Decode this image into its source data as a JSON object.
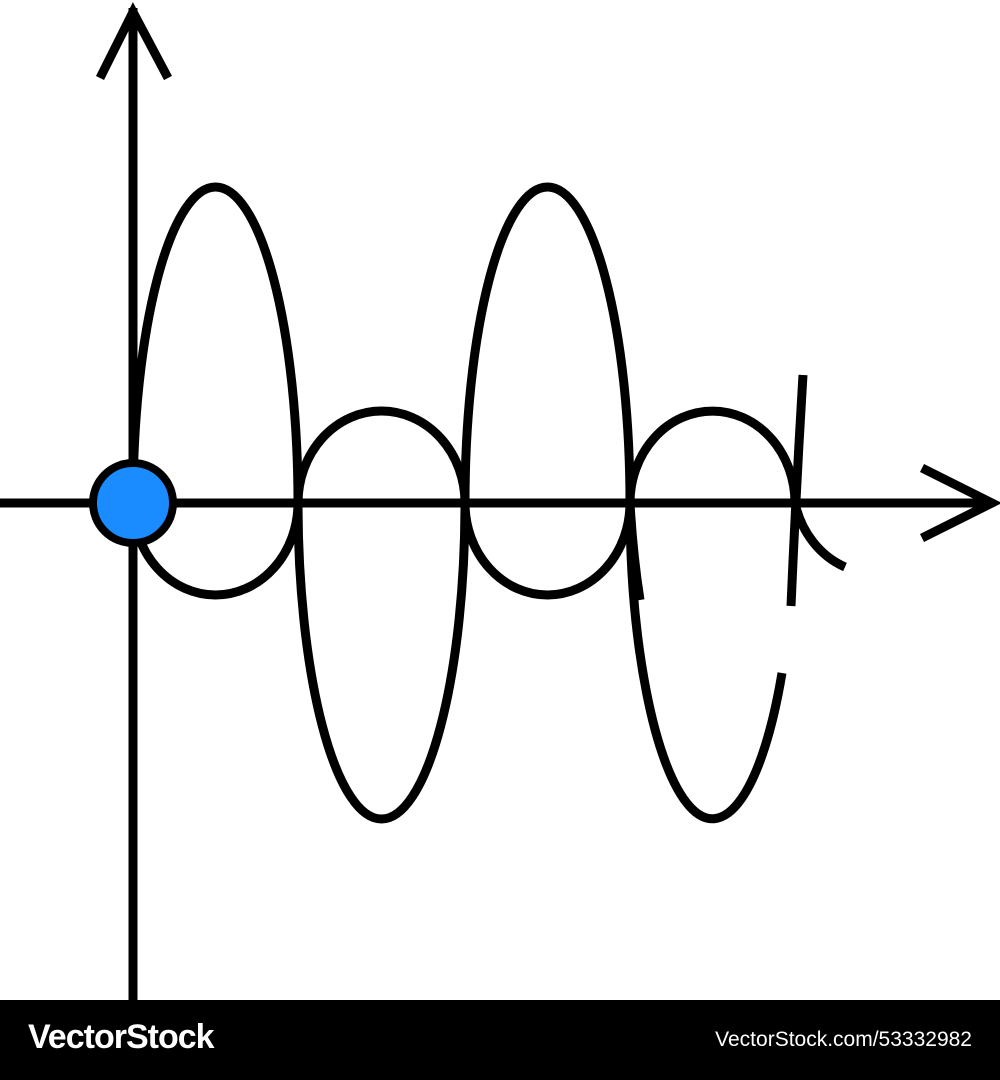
{
  "diagram": {
    "description_icons": [
      "y-axis-arrow",
      "x-axis-arrow",
      "large-wave",
      "small-wave",
      "origin-dot"
    ],
    "colors": {
      "stroke": "#000000",
      "dot": "#1a8cff",
      "background": "#ffffff"
    }
  },
  "footer": {
    "logo": "VectorStock",
    "url": "VectorStock.com/53332982"
  }
}
